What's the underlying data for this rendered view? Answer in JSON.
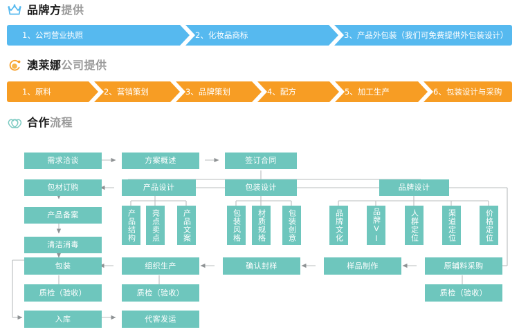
{
  "sections": [
    {
      "id": "brand-provides",
      "icon": "crown-icon",
      "accent": "#56b9ef",
      "title_strong": "品牌方",
      "title_soft": "提供",
      "steps": [
        "1、公司营业执照",
        "2、化妆品商标",
        "3、产品外包装（我们可免费提供外包装设计）"
      ]
    },
    {
      "id": "company-provides",
      "icon": "orbit-icon",
      "accent": "#f79d24",
      "title_strong": "澳莱娜",
      "title_soft": "公司提供",
      "steps": [
        "1、原料",
        "2、营销策划",
        "3、品牌策划",
        "4、配方",
        "5、加工生产",
        "6、包装设计与采购"
      ]
    },
    {
      "id": "cooperation-flow",
      "icon": "handshake-icon",
      "accent": "#6ec6bd",
      "title_strong": "合作",
      "title_soft": "流程"
    }
  ],
  "flowchart": {
    "box_color": "#6ec6bd",
    "line_color": "#b9bcbd",
    "nodes": {
      "n_xuqiu": "需求洽谈",
      "n_fangan": "方案概述",
      "n_qianding": "签订合同",
      "n_baocai": "包材订购",
      "n_chanpin_sheji": "产品设计",
      "n_baozhuang_sheji": "包装设计",
      "n_pinpai_sheji": "品牌设计",
      "n_chanpin_beian": "产品备案",
      "n_qingjie": "清洁消毒",
      "n_baozhuang": "包装",
      "n_zuzhi": "组织生产",
      "n_queren": "确认封样",
      "n_yangpin": "样品制作",
      "n_yuanfuliao": "原辅料采购",
      "n_zhijian1": "质检（验收）",
      "n_zhijian2": "质检（验收）",
      "n_zhijian3": "质检（验收）",
      "n_ruku": "入库",
      "n_daike": "代客发运",
      "v_jiegou": "产品结构",
      "v_maidian": "亮点卖点",
      "v_wenan": "产品文案",
      "v_fengge": "包装风格",
      "v_guige": "材质规格",
      "v_chuangyi": "包装创意",
      "v_wenhua": "品牌文化",
      "v_vi": "品牌VI",
      "v_renqun": "人群定位",
      "v_qudao": "渠道定位",
      "v_jiage": "价格定位"
    }
  }
}
